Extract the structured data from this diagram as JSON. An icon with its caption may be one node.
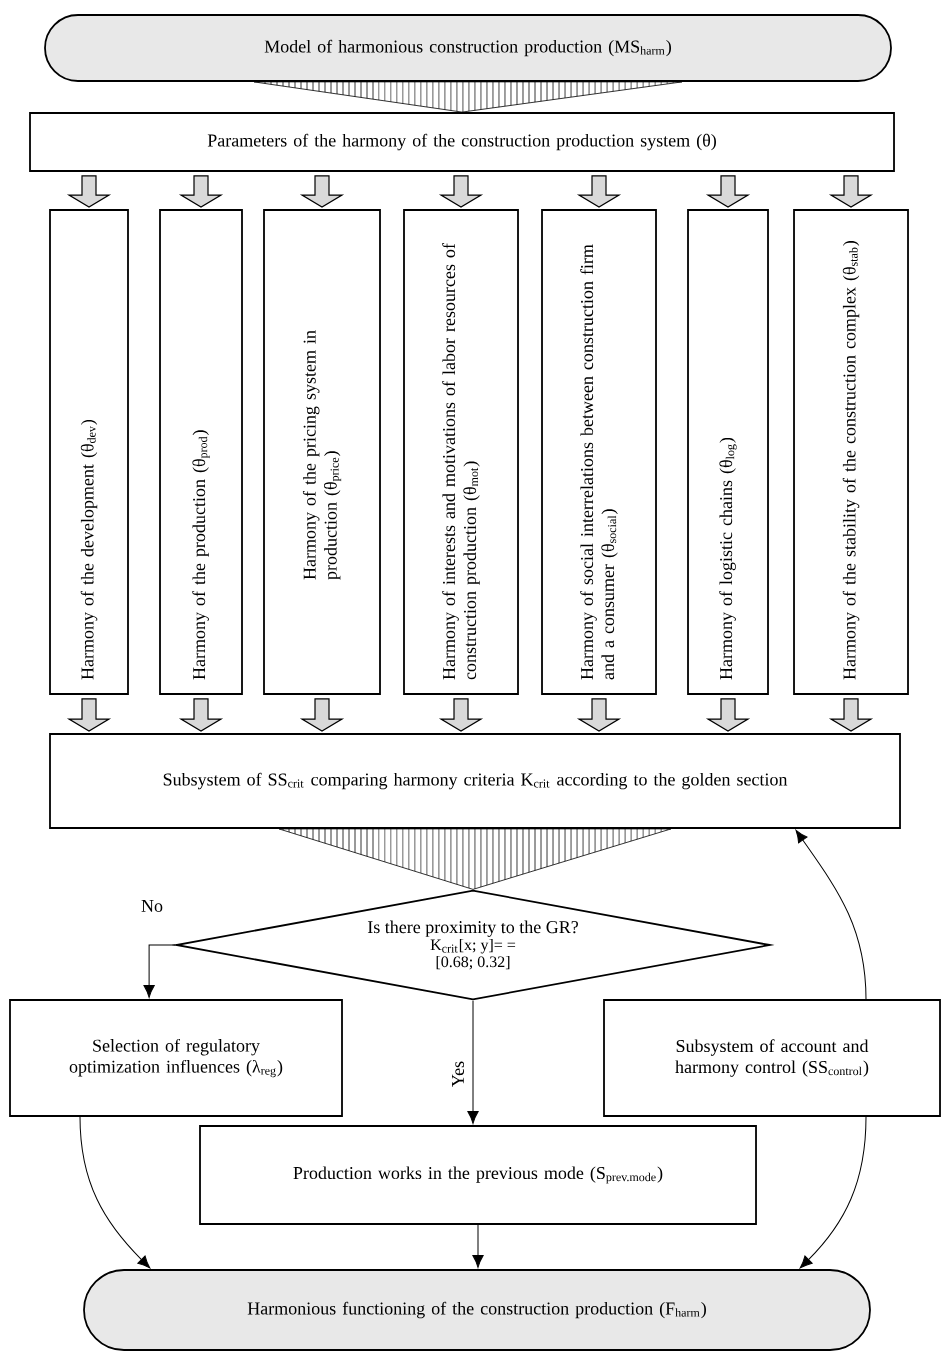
{
  "diagram": {
    "nodes": [
      {
        "text": [
          "Model of harmonious construction production (MS$_{harm}$)"
        ]
      },
      {
        "text": [
          "Parameters of the harmony of the construction production system (θ)"
        ]
      },
      {
        "text": [
          "Harmony of the development (θ$_{dev}$)"
        ]
      },
      {
        "text": [
          "Harmony of the production (θ$_{prod}$)"
        ]
      },
      {
        "text": [
          "Harmony of the pricing system in production (θ$_{price}$)"
        ]
      },
      {
        "text": [
          "Harmony of interests and motivations of labor resources of construction production (θ$_{mot}$)"
        ]
      },
      {
        "text": [
          "Harmony of social interrelations between construction firm and a consumer (θ$_{social}$)"
        ]
      },
      {
        "text": [
          "Harmony of logistic chains (θ$_{log}$)"
        ]
      },
      {
        "text": [
          "Harmony of the stability of the construction complex (θ$_{stab}$)"
        ]
      },
      {
        "text": [
          "Subsystem of SS$_{crit}$ comparing harmony criteria K$_{crit}$ according to the golden section"
        ]
      },
      {
        "text": [
          "Is there proximity to the GR?",
          "K$_{crit}$[x; y]= = [0.68; 0.32]"
        ]
      },
      {
        "text": [
          "Selection of regulatory optimization influences (λ$_{reg}$)"
        ]
      },
      {
        "text": [
          "Subsystem of account and harmony control (SS$_{control}$)"
        ]
      },
      {
        "text": [
          "Production works in the previous mode (S$_{prev.mode}$)"
        ]
      },
      {
        "text": [
          "Harmonious functioning of the construction production (F$_{harm}$)"
        ]
      }
    ],
    "edges": [
      {
        "from": 0,
        "to": 1,
        "arrow": "to"
      },
      {
        "from": 1,
        "to": 2,
        "arrow": "to"
      },
      {
        "from": 1,
        "to": 3,
        "arrow": "to"
      },
      {
        "from": 1,
        "to": 4,
        "arrow": "to"
      },
      {
        "from": 1,
        "to": 5,
        "arrow": "to"
      },
      {
        "from": 1,
        "to": 6,
        "arrow": "to"
      },
      {
        "from": 1,
        "to": 7,
        "arrow": "to"
      },
      {
        "from": 1,
        "to": 8,
        "arrow": "to"
      },
      {
        "from": 2,
        "to": 9,
        "arrow": "to"
      },
      {
        "from": 3,
        "to": 9,
        "arrow": "to"
      },
      {
        "from": 4,
        "to": 9,
        "arrow": "to"
      },
      {
        "from": 5,
        "to": 9,
        "arrow": "to"
      },
      {
        "from": 6,
        "to": 9,
        "arrow": "to"
      },
      {
        "from": 7,
        "to": 9,
        "arrow": "to"
      },
      {
        "from": 8,
        "to": 9,
        "arrow": "to"
      },
      {
        "from": 9,
        "to": 10,
        "arrow": "to"
      },
      {
        "from": 10,
        "to": 11,
        "arrow": "to",
        "label": "No"
      },
      {
        "from": 10,
        "to": 13,
        "arrow": "to",
        "label": "Yes"
      },
      {
        "from": 12,
        "to": 9,
        "arrow": "to"
      },
      {
        "from": 11,
        "to": 14,
        "arrow": "to"
      },
      {
        "from": 13,
        "to": 14,
        "arrow": "to"
      },
      {
        "from": 12,
        "to": 14,
        "arrow": "to"
      }
    ]
  }
}
